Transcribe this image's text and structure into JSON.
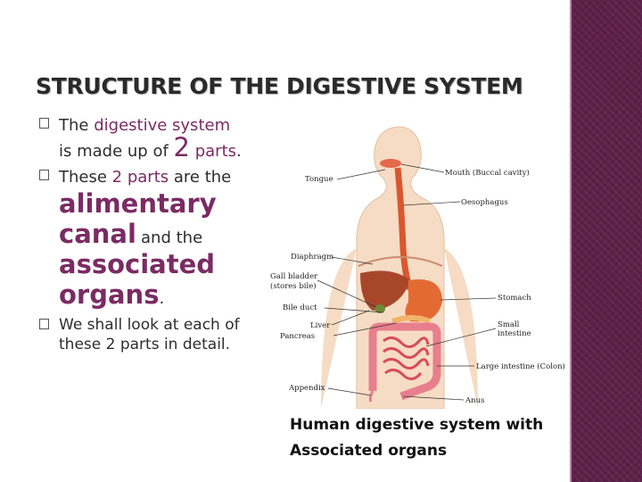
{
  "slide": {
    "title": "STRUCTURE OF THE DIGESTIVE SYSTEM",
    "accent_color": "#7a2b63",
    "sidebar_color": "#5e2047",
    "bullets": {
      "b1": {
        "the": "The",
        "digestive_system": "digestive system",
        "made_up_of": "is made up of",
        "two": "2",
        "parts": "parts",
        "dot": "."
      },
      "b2": {
        "these": "These",
        "two_parts": "2 parts",
        "are_the": "are the",
        "alimentary": "alimentary",
        "canal": "canal",
        "and_the": "and the",
        "associated": "associated",
        "organs": "organs",
        "dot": "."
      },
      "b3": {
        "text": "We shall look at each of these 2 parts in detail."
      }
    },
    "bullet_icon": "checkbox-square-icon"
  },
  "figure": {
    "labels": {
      "mouth": "Mouth (Buccal cavity)",
      "tongue": "Tongue",
      "oesophagus": "Oesophagus",
      "diaphragm": "Diaphragm",
      "gall_bladder_1": "Gall bladder",
      "gall_bladder_2": "(stores bile)",
      "bile_duct": "Bile duct",
      "stomach": "Stomach",
      "liver": "Liver",
      "small_intestine_1": "Small",
      "small_intestine_2": "intestine",
      "pancreas": "Pancreas",
      "large_intestine": "Large intestine (Colon)",
      "appendix": "Appendix",
      "anus": "Anus"
    },
    "caption": "Human digestive system with Associated organs"
  }
}
